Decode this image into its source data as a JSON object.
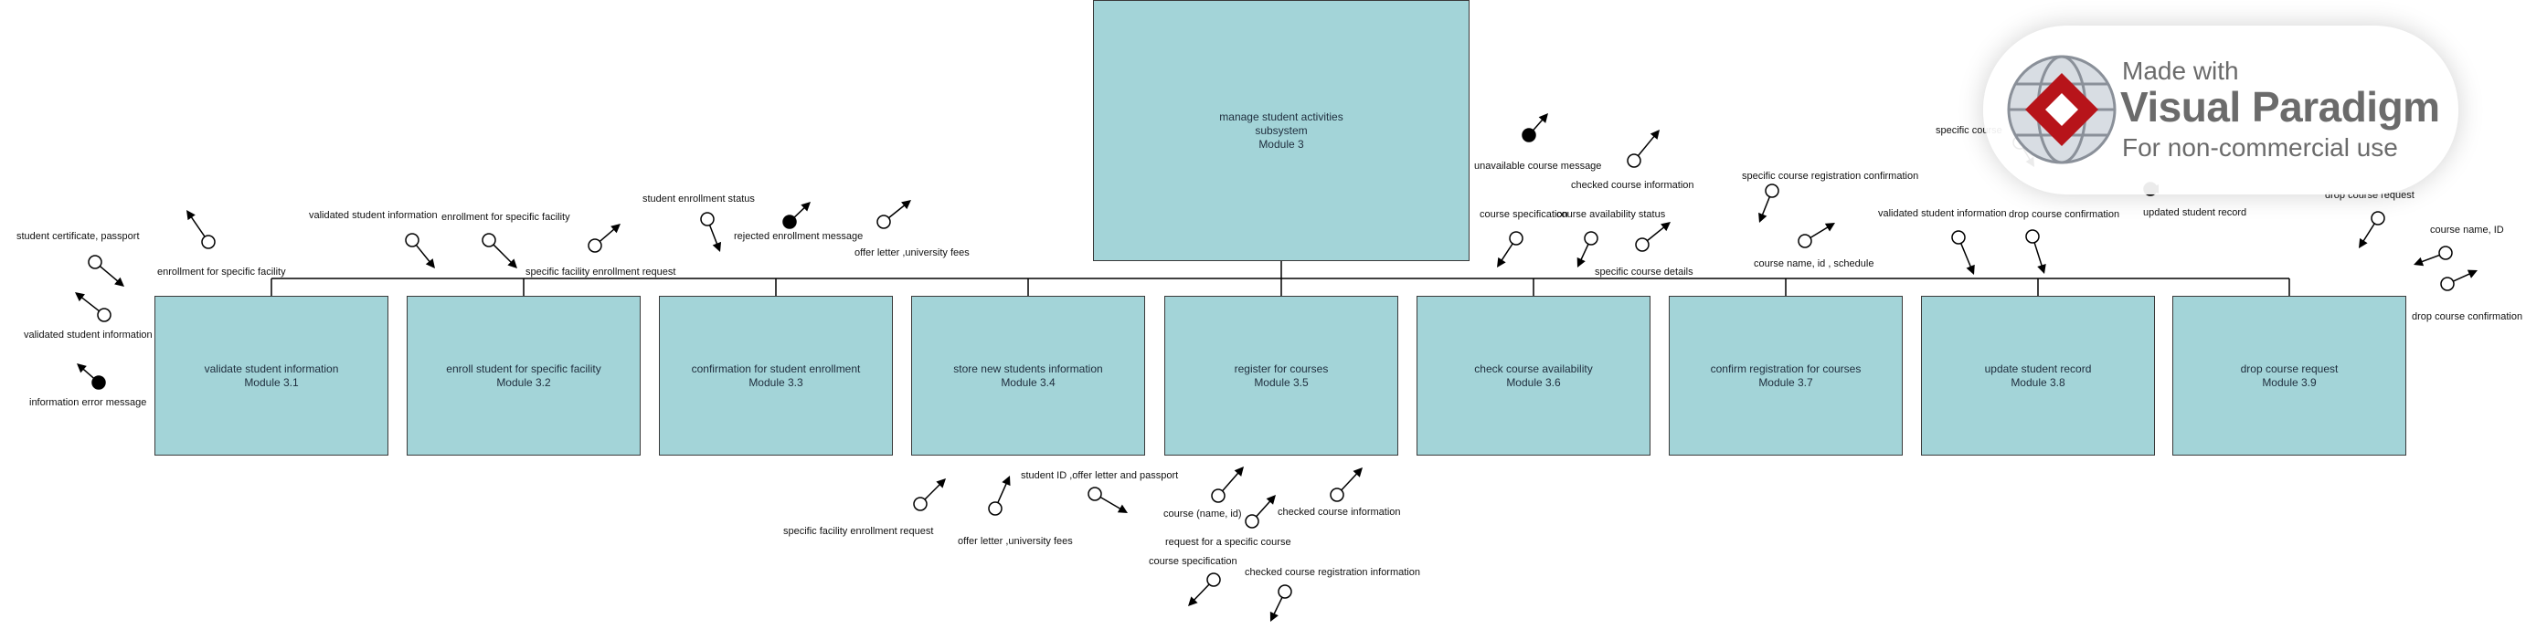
{
  "diagram": {
    "root": {
      "title": "manage student activities",
      "subtitle": "subsystem",
      "module": "Module 3"
    },
    "modules": [
      {
        "title": "validate student information",
        "module": "Module 3.1"
      },
      {
        "title": "enroll student for specific facility",
        "module": "Module 3.2"
      },
      {
        "title": "confirmation for student enrollment",
        "module": "Module 3.3"
      },
      {
        "title": "store new students information",
        "module": "Module 3.4"
      },
      {
        "title": "register for courses",
        "module": "Module 3.5"
      },
      {
        "title": "check course availability",
        "module": "Module 3.6"
      },
      {
        "title": "confirm registration for courses",
        "module": "Module 3.7"
      },
      {
        "title": "update student record",
        "module": "Module 3.8"
      },
      {
        "title": "drop course request",
        "module": "Module 3.9"
      }
    ],
    "couple_labels": [
      "student certificate, passport",
      "enrollment for specific facility",
      "validated student information",
      "information error message",
      "validated student information",
      "enrollment for specific facility",
      "specific facility enrollment request",
      "student enrollment status",
      "rejected enrollment message",
      "offer letter ,university fees",
      "unavailable course message",
      "checked course information",
      "course specification",
      "course availability status",
      "specific course details",
      "specific course registration confirmation",
      "course name, id , schedule",
      "specific course",
      "validated student information",
      "drop course confirmation",
      "updated student record",
      "drop course request",
      "course name, ID",
      "drop course confirmation",
      "specific facility enrollment request",
      "offer letter ,university fees",
      "student ID ,offer letter and passport",
      "course (name, id)",
      "request for a specific course",
      "checked course information",
      "course specification",
      "checked course registration information"
    ]
  },
  "watermark": {
    "line1": "Made with",
    "line2": "Visual Paradigm",
    "line3": "For non-commercial use"
  },
  "colors": {
    "box_fill": "#a3d4d8",
    "line": "#000000"
  }
}
